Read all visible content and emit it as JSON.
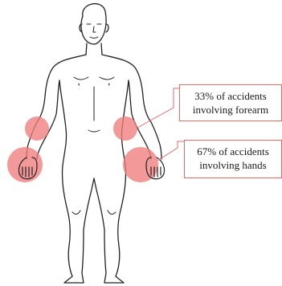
{
  "callouts": {
    "forearm": {
      "line1": "33% of accidents",
      "line2": "involving forearm"
    },
    "hands": {
      "line1": "67% of accidents",
      "line2": "involving hands"
    }
  },
  "colors": {
    "highlight": "#f07c7c",
    "callout_line": "#e46a6a",
    "outline": "#222222"
  }
}
